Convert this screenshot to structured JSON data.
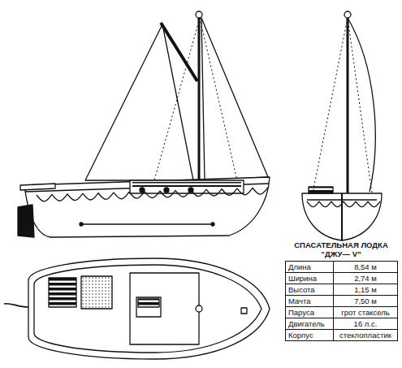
{
  "diagram": {
    "title": "СПАСАТЕЛЬНАЯ ЛОДКА “ДЖУ— V”",
    "labels": [
      "Длина",
      "8,54 м",
      "Ширина",
      "2,74 м",
      "Высота",
      "1,15 м",
      "Мачта",
      "7,50 м",
      "Паруса",
      "грот стаксель",
      "Двигатель",
      "16 л.с.",
      "Корпус",
      "стеклопластик"
    ]
  }
}
